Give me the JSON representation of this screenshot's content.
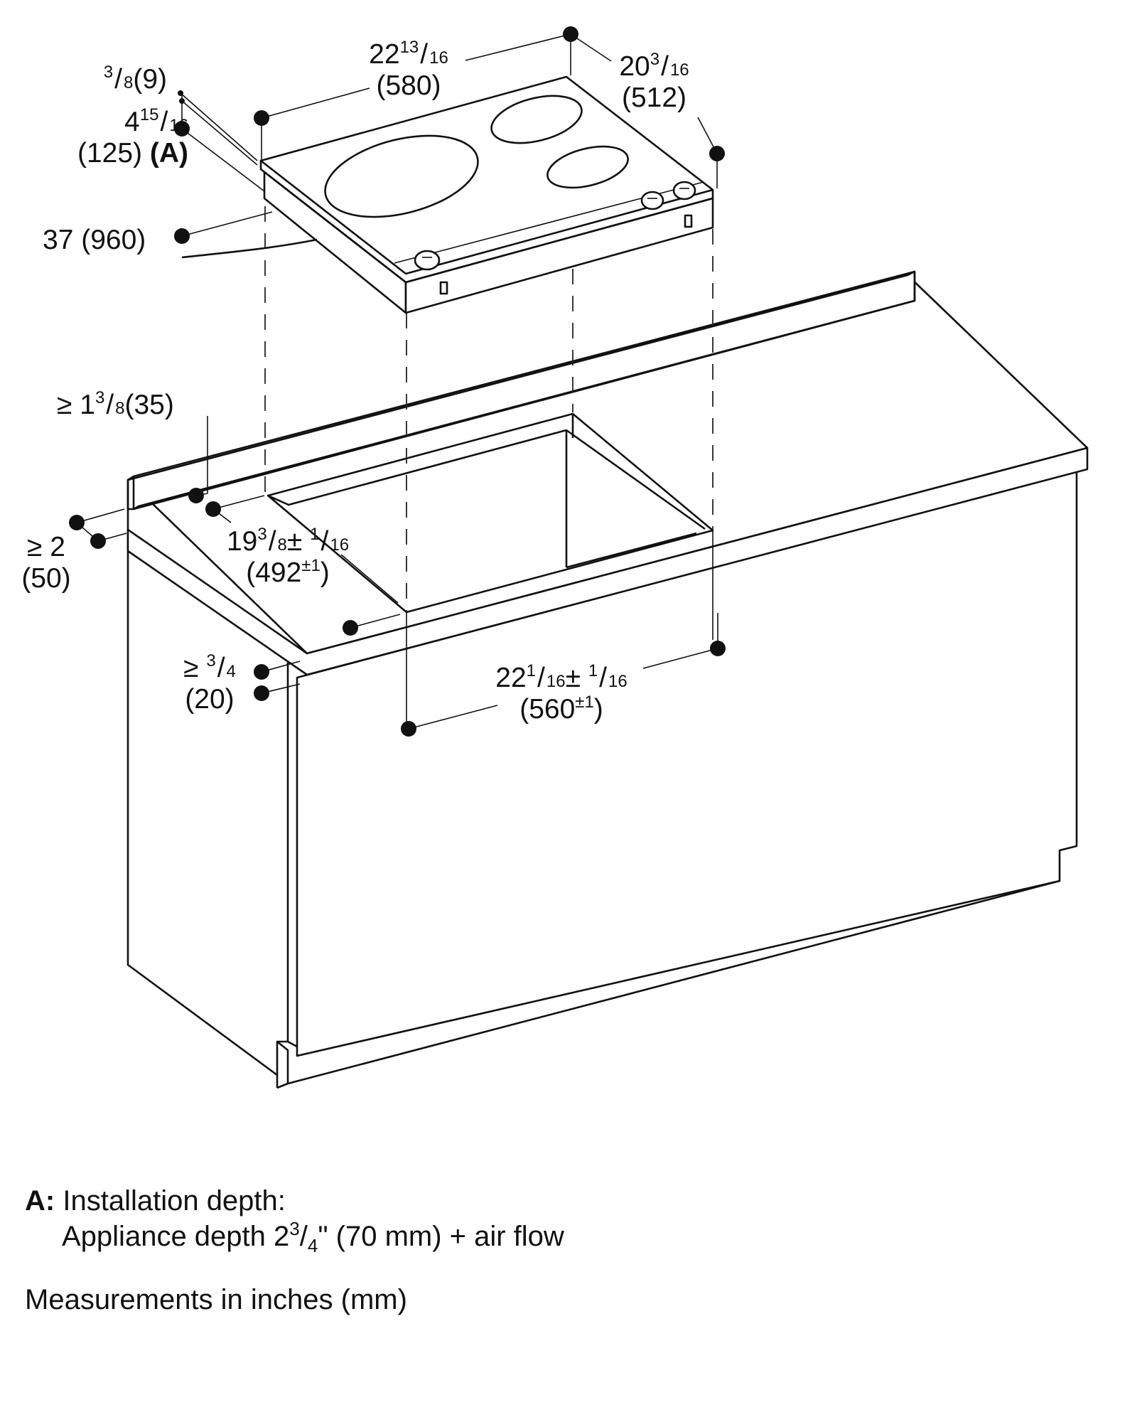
{
  "dimensions": {
    "d_9": {
      "w": "3",
      "n": "8",
      "mm": "(9)"
    },
    "d_125": {
      "w": "4",
      "n": "15",
      "d": "16",
      "mm": "(125)",
      "ref": "(A)"
    },
    "d_960": {
      "text": "37 (960)"
    },
    "d_580": {
      "w": "22",
      "n": "13",
      "d": "16",
      "mm": "(580)"
    },
    "d_512": {
      "w": "20",
      "n": "3",
      "d": "16",
      "mm": "(512)"
    },
    "d_35": {
      "prefix": "≥ 1",
      "n": "3",
      "d": "8",
      "mm": "(35)"
    },
    "d_50": {
      "line1": "≥ 2",
      "line2": "(50)"
    },
    "d_492": {
      "w": "19",
      "n": "3",
      "d": "8",
      "tol": "± ",
      "tn": "1",
      "td": "16",
      "mm": "(492",
      "mmtol": "±1",
      "mmclose": ")"
    },
    "d_20": {
      "prefix": "≥ ",
      "n": "3",
      "d": "4",
      "mm": "(20)"
    },
    "d_560": {
      "w": "22",
      "n": "1",
      "d": "16",
      "tol": "± ",
      "tn": "1",
      "td": "16",
      "mm": "(560",
      "mmtol": "±1",
      "mmclose": ")"
    }
  },
  "legend": {
    "label": "A:",
    "title": "Installation depth:",
    "line2_pre": "Appliance depth 2",
    "line2_n": "3",
    "line2_d": "4",
    "line2_post": "\" (70 mm) + air flow"
  },
  "note": "Measurements in inches (mm)"
}
